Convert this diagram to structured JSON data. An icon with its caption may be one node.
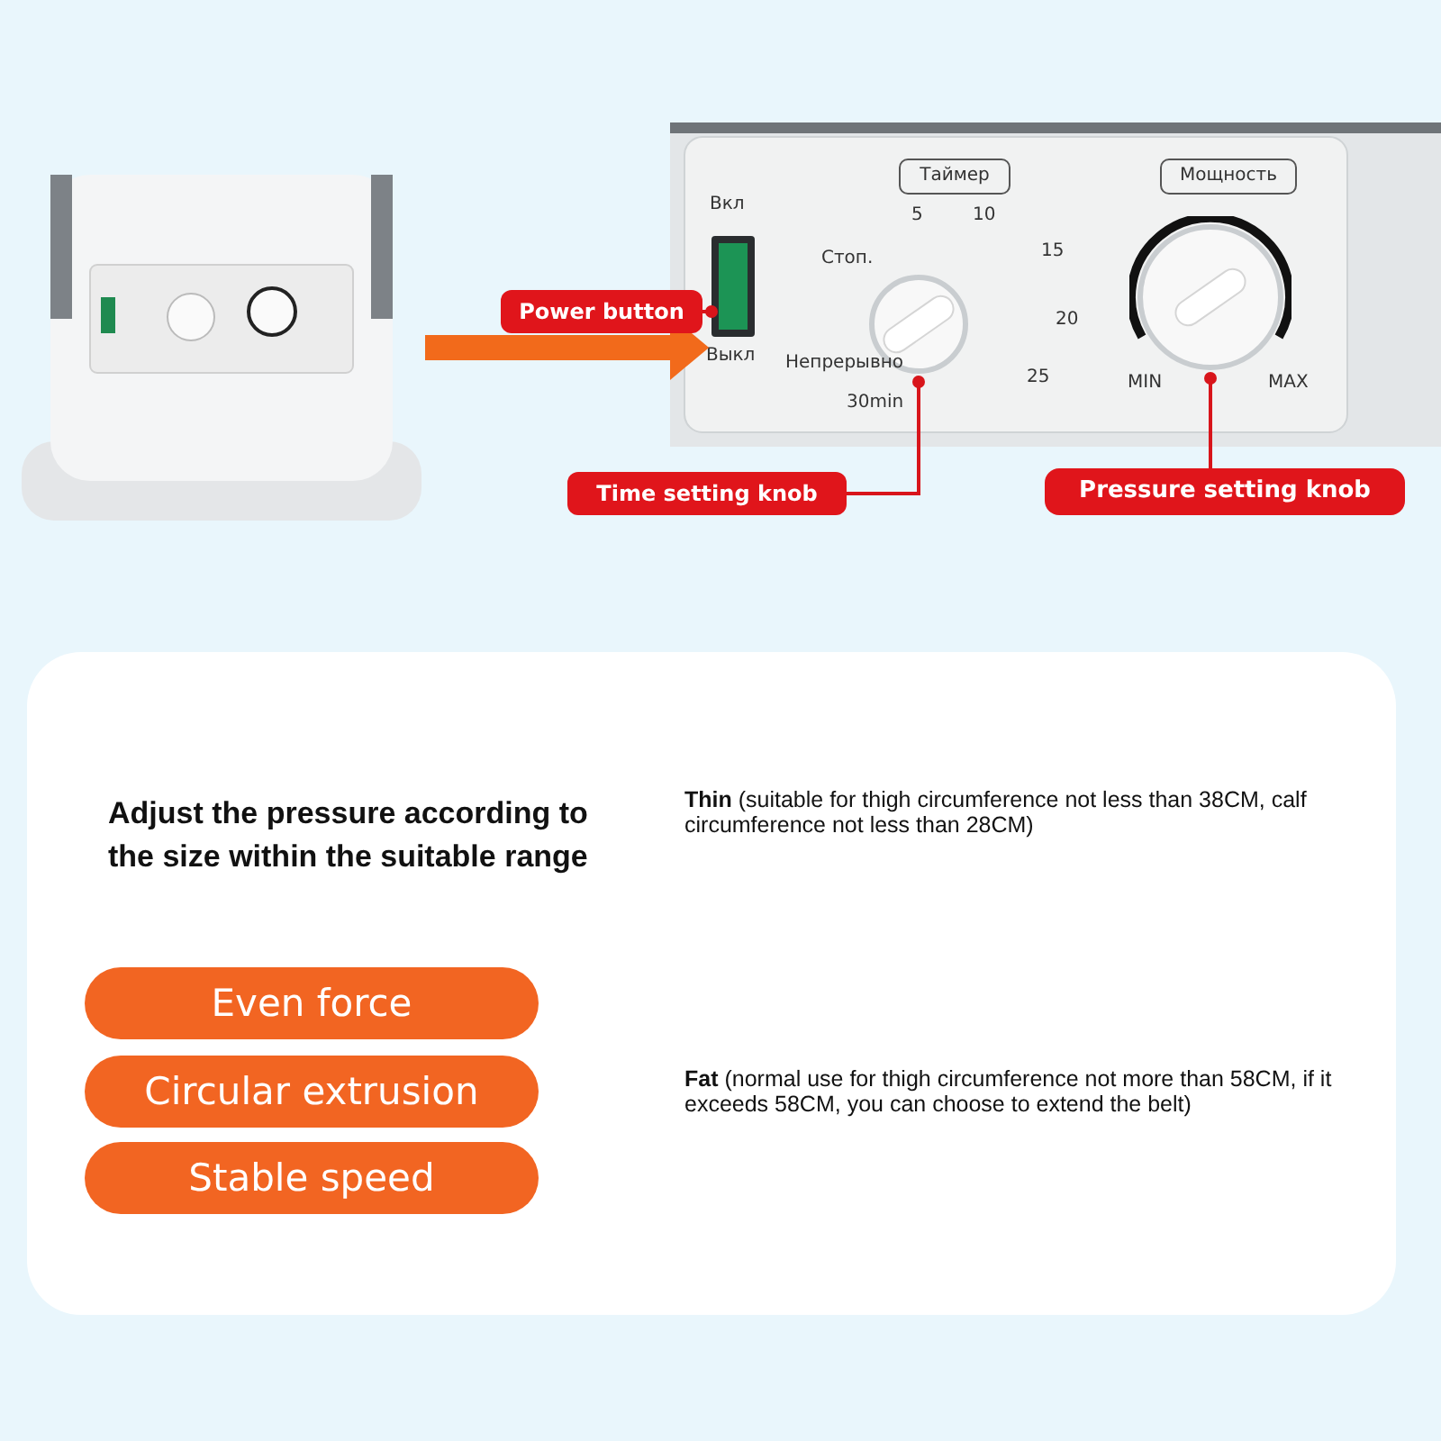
{
  "diagram": {
    "nodes": [
      {
        "text": [],
        "shape": "picture"
      },
      {
        "text": [],
        "shape": "picture"
      },
      {
        "text": [
          "Таймер"
        ],
        "in": 1
      },
      {
        "text": [
          "Мощность"
        ],
        "in": 1
      },
      {
        "text": [],
        "shape": "box",
        "in": 1
      },
      {
        "text": [],
        "shape": "circle",
        "in": 1
      },
      {
        "text": [],
        "shape": "circle",
        "in": 1
      },
      {
        "text": [
          "Power button"
        ]
      },
      {
        "text": [
          "Time setting knob"
        ]
      },
      {
        "text": [
          "Pressure setting knob"
        ]
      },
      {
        "text": [
          "Adjust the pressure according to the size within the suitable range"
        ]
      },
      {
        "text": [
          "Even force"
        ],
        "in": 10
      },
      {
        "text": [
          "Circular extrusion"
        ],
        "in": 10
      },
      {
        "text": [
          "Stable speed"
        ],
        "in": 10
      }
    ],
    "edges": [
      {
        "from": 0,
        "to": 1,
        "arrow": "to",
        "style": "thick",
        "color": "#f26a1b"
      },
      {
        "from": 7,
        "to": 4,
        "arrow": "other"
      },
      {
        "from": 8,
        "to": 5,
        "arrow": "other"
      },
      {
        "from": 9,
        "to": 6,
        "arrow": "other"
      }
    ],
    "labels": [
      "Вкл",
      "5",
      "10",
      "Стоп.",
      "15",
      "20",
      "Выкл",
      "Непрерывно",
      "25",
      "30min",
      "MIN",
      "MAX",
      "**Thin** (suitable for thigh circumference not less than 38CM, calf circumference not less than 28CM)",
      "**Fat** (normal use for thigh circumference not more than 58CM, if it exceeds 58CM, you can choose to extend the belt)"
    ]
  }
}
